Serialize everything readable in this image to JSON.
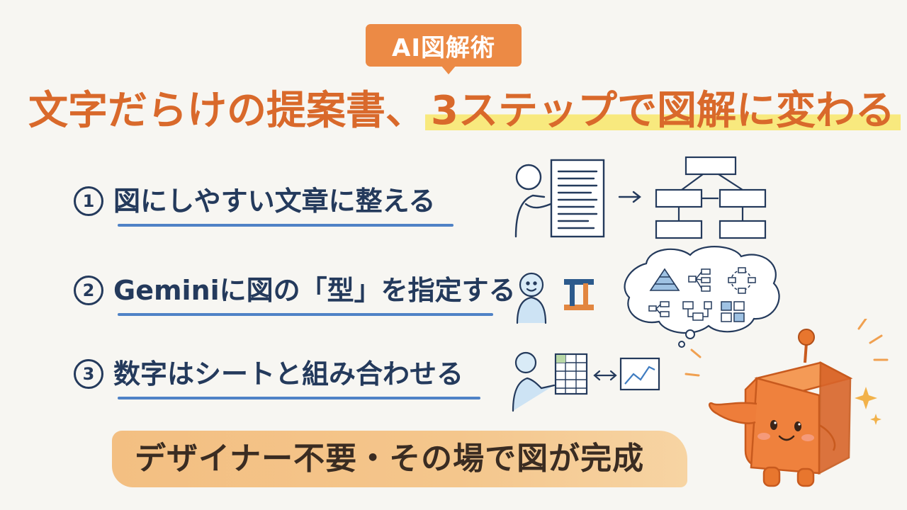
{
  "tag_label": "AI図解術",
  "title": {
    "part1": "文字だらけの提案書、",
    "part2": "3ステップで図解に変わる"
  },
  "steps": [
    {
      "number": "1",
      "text": "図にしやすい文章に整える"
    },
    {
      "number": "2",
      "text": "Geminiに図の「型」を指定する"
    },
    {
      "number": "3",
      "text": "数字はシートと組み合わせる"
    }
  ],
  "banner": "デザイナー不要・その場で図が完成",
  "icons": {
    "step1": [
      "person-holding-document-icon",
      "arrow-right-icon",
      "flowchart-icon"
    ],
    "step2": [
      "person-idea-icon",
      "gemini-logo-icon",
      "diagram-types-thought-bubble-icon"
    ],
    "step3": [
      "person-spreadsheet-icon",
      "bidirectional-arrow-icon",
      "line-chart-icon"
    ],
    "mascot": "orange-cube-robot-mascot-icon"
  },
  "colors": {
    "accent_orange": "#ec8a45",
    "title_orange": "#d9692b",
    "highlight_yellow": "#f8e97e",
    "step_navy": "#243a5c",
    "underline_blue": "#4f82c6",
    "banner_orange": "#f3bf82"
  }
}
